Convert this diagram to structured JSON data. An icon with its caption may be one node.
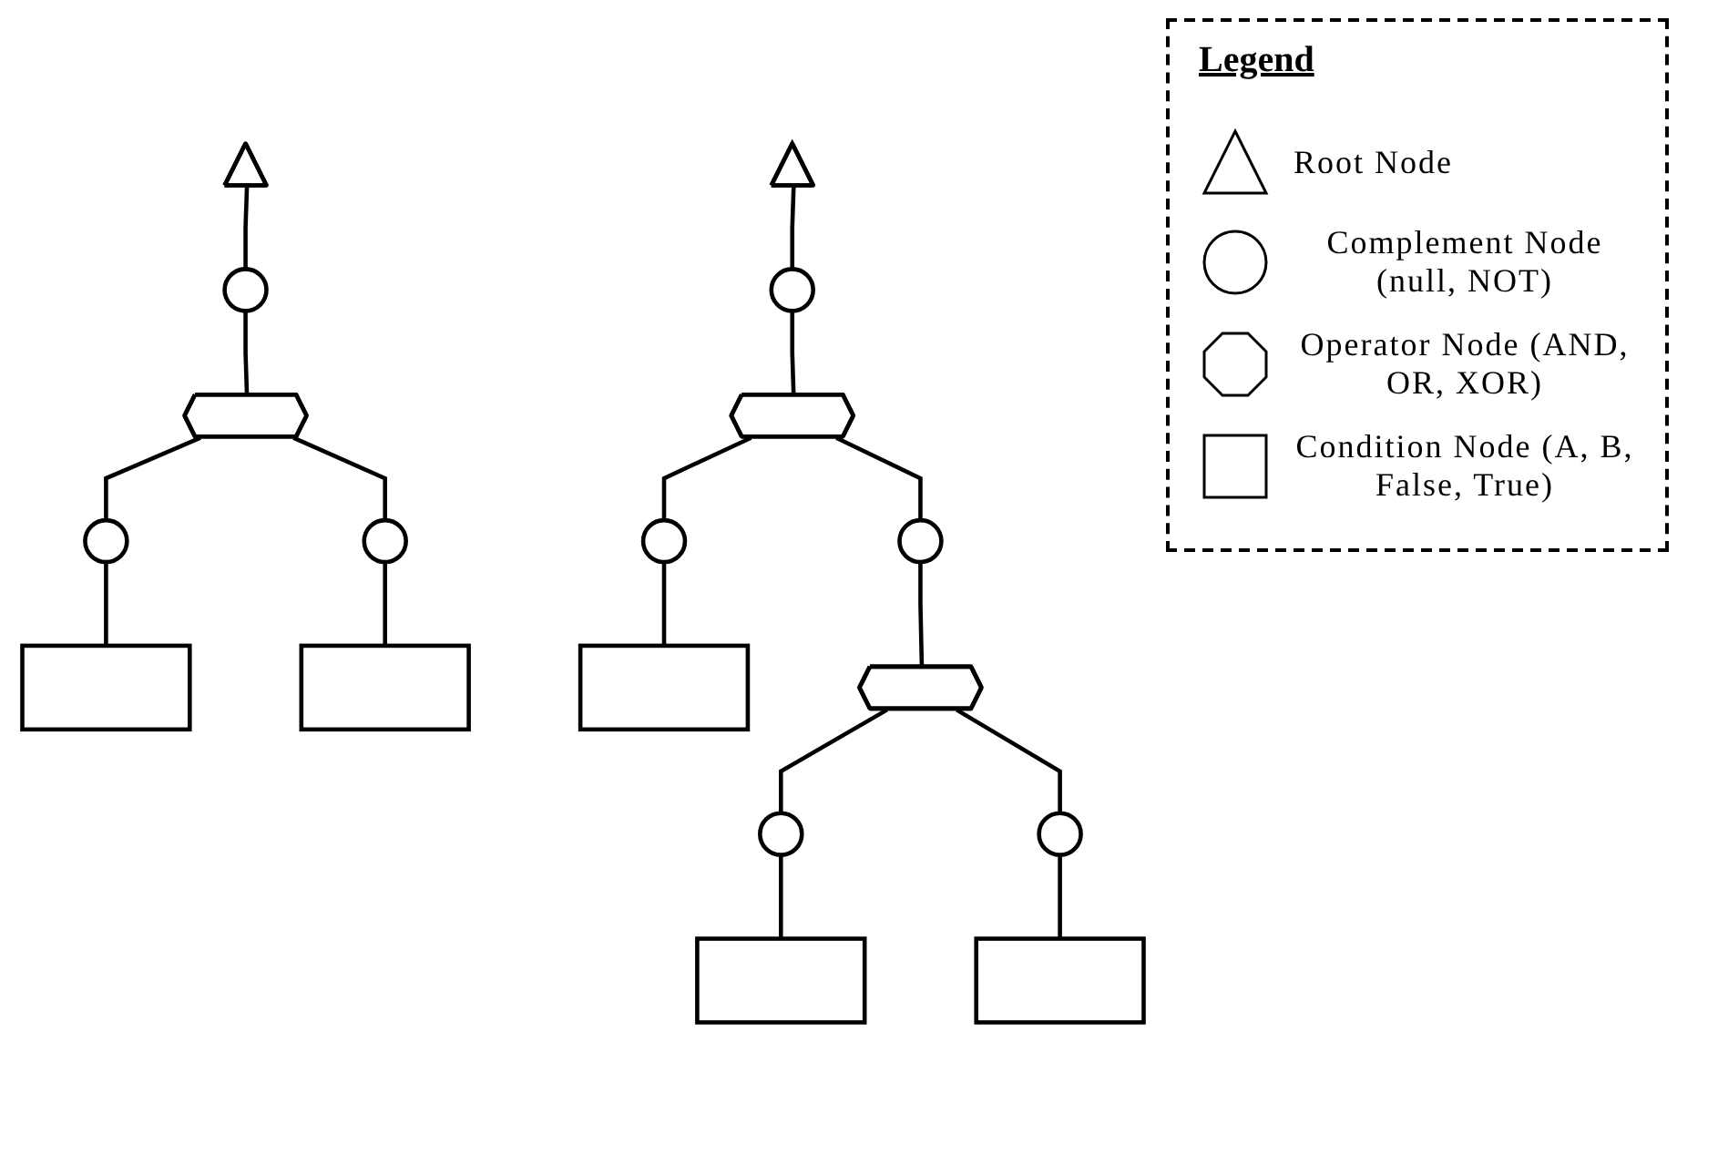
{
  "diagram": {
    "nodes": [
      {
        "text": [],
        "shape": "triangle"
      },
      {
        "text": [],
        "shape": "circle"
      },
      {
        "text": [],
        "shape": "octagon"
      },
      {
        "text": [],
        "shape": "circle"
      },
      {
        "text": [],
        "shape": "circle"
      },
      {
        "text": [],
        "shape": "box"
      },
      {
        "text": [],
        "shape": "box"
      },
      {
        "text": [],
        "shape": "triangle"
      },
      {
        "text": [],
        "shape": "circle"
      },
      {
        "text": [],
        "shape": "octagon"
      },
      {
        "text": [],
        "shape": "circle"
      },
      {
        "text": [],
        "shape": "circle"
      },
      {
        "text": [],
        "shape": "box"
      },
      {
        "text": [],
        "shape": "octagon"
      },
      {
        "text": [],
        "shape": "circle"
      },
      {
        "text": [],
        "shape": "circle"
      },
      {
        "text": [],
        "shape": "box"
      },
      {
        "text": [],
        "shape": "box"
      }
    ],
    "edges": [
      {
        "from": 0,
        "to": 1,
        "arrow": "none"
      },
      {
        "from": 1,
        "to": 2,
        "arrow": "none"
      },
      {
        "from": 2,
        "to": 3,
        "arrow": "none"
      },
      {
        "from": 2,
        "to": 4,
        "arrow": "none"
      },
      {
        "from": 3,
        "to": 5,
        "arrow": "none"
      },
      {
        "from": 4,
        "to": 6,
        "arrow": "none"
      },
      {
        "from": 7,
        "to": 8,
        "arrow": "none"
      },
      {
        "from": 8,
        "to": 9,
        "arrow": "none"
      },
      {
        "from": 9,
        "to": 10,
        "arrow": "none"
      },
      {
        "from": 9,
        "to": 11,
        "arrow": "none"
      },
      {
        "from": 10,
        "to": 12,
        "arrow": "none"
      },
      {
        "from": 11,
        "to": 13,
        "arrow": "none"
      },
      {
        "from": 13,
        "to": 14,
        "arrow": "none"
      },
      {
        "from": 13,
        "to": 15,
        "arrow": "none"
      },
      {
        "from": 14,
        "to": 16,
        "arrow": "none"
      },
      {
        "from": 15,
        "to": 17,
        "arrow": "none"
      }
    ],
    "labels": [
      "Legend"
    ],
    "legend": [
      {
        "text": "Root Node"
      },
      {
        "text": "Complement Node (null, NOT)"
      },
      {
        "text": "Operator Node (AND, OR, XOR)"
      },
      {
        "text": "Condition Node (A, B, False, True)"
      }
    ]
  }
}
